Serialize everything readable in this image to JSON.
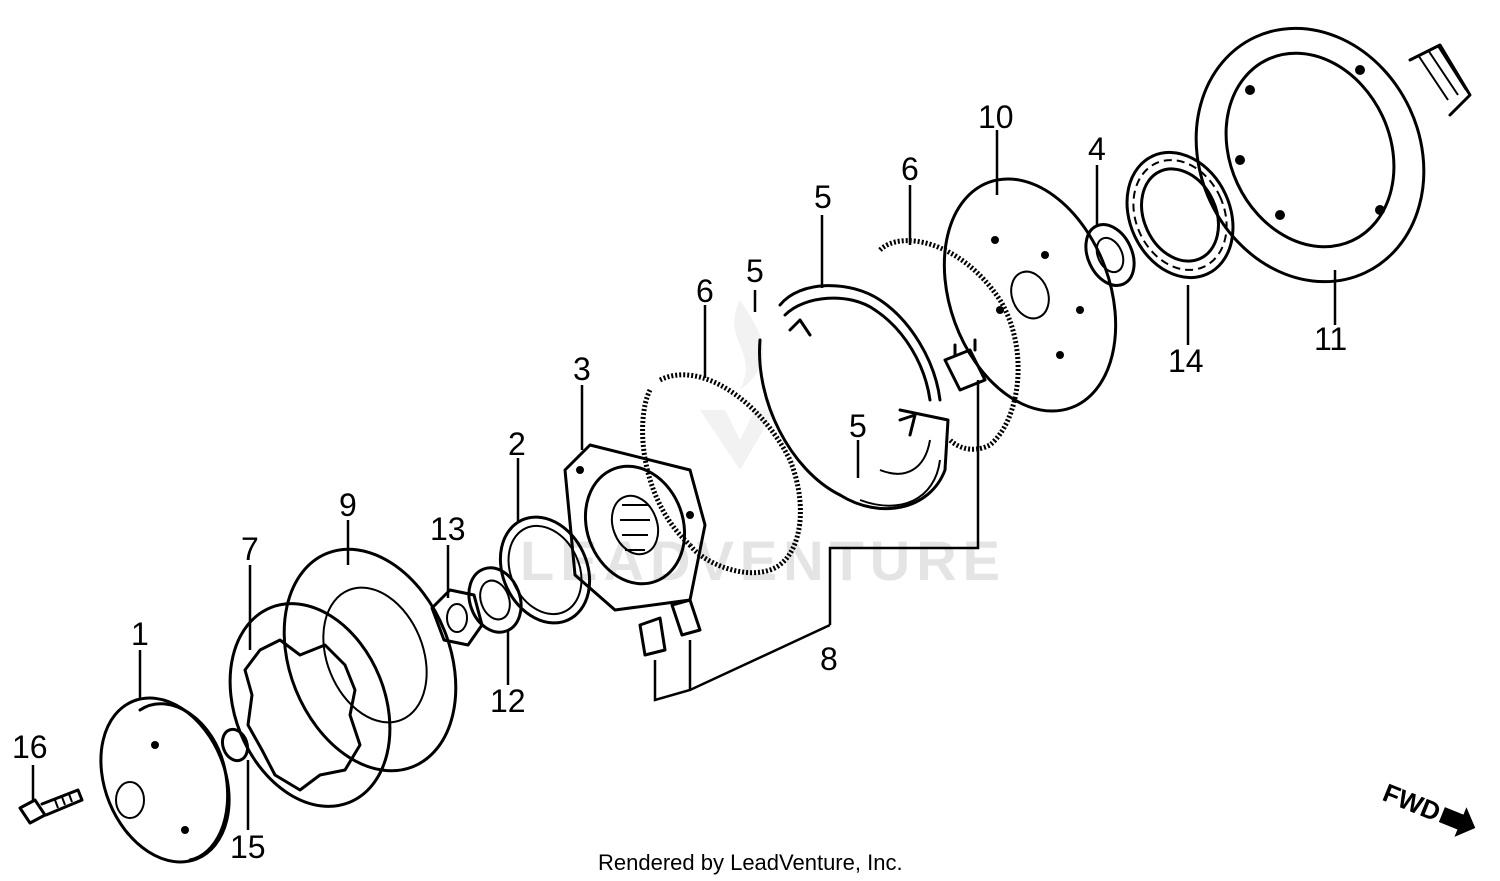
{
  "watermark_text": "LEADVENTURE",
  "credit_text": "Rendered by LeadVenture, Inc.",
  "direction_label": "FWD",
  "callouts": [
    "1",
    "2",
    "3",
    "4",
    "5",
    "5",
    "5",
    "6",
    "6",
    "7",
    "8",
    "9",
    "10",
    "11",
    "12",
    "13",
    "14",
    "15",
    "16"
  ]
}
